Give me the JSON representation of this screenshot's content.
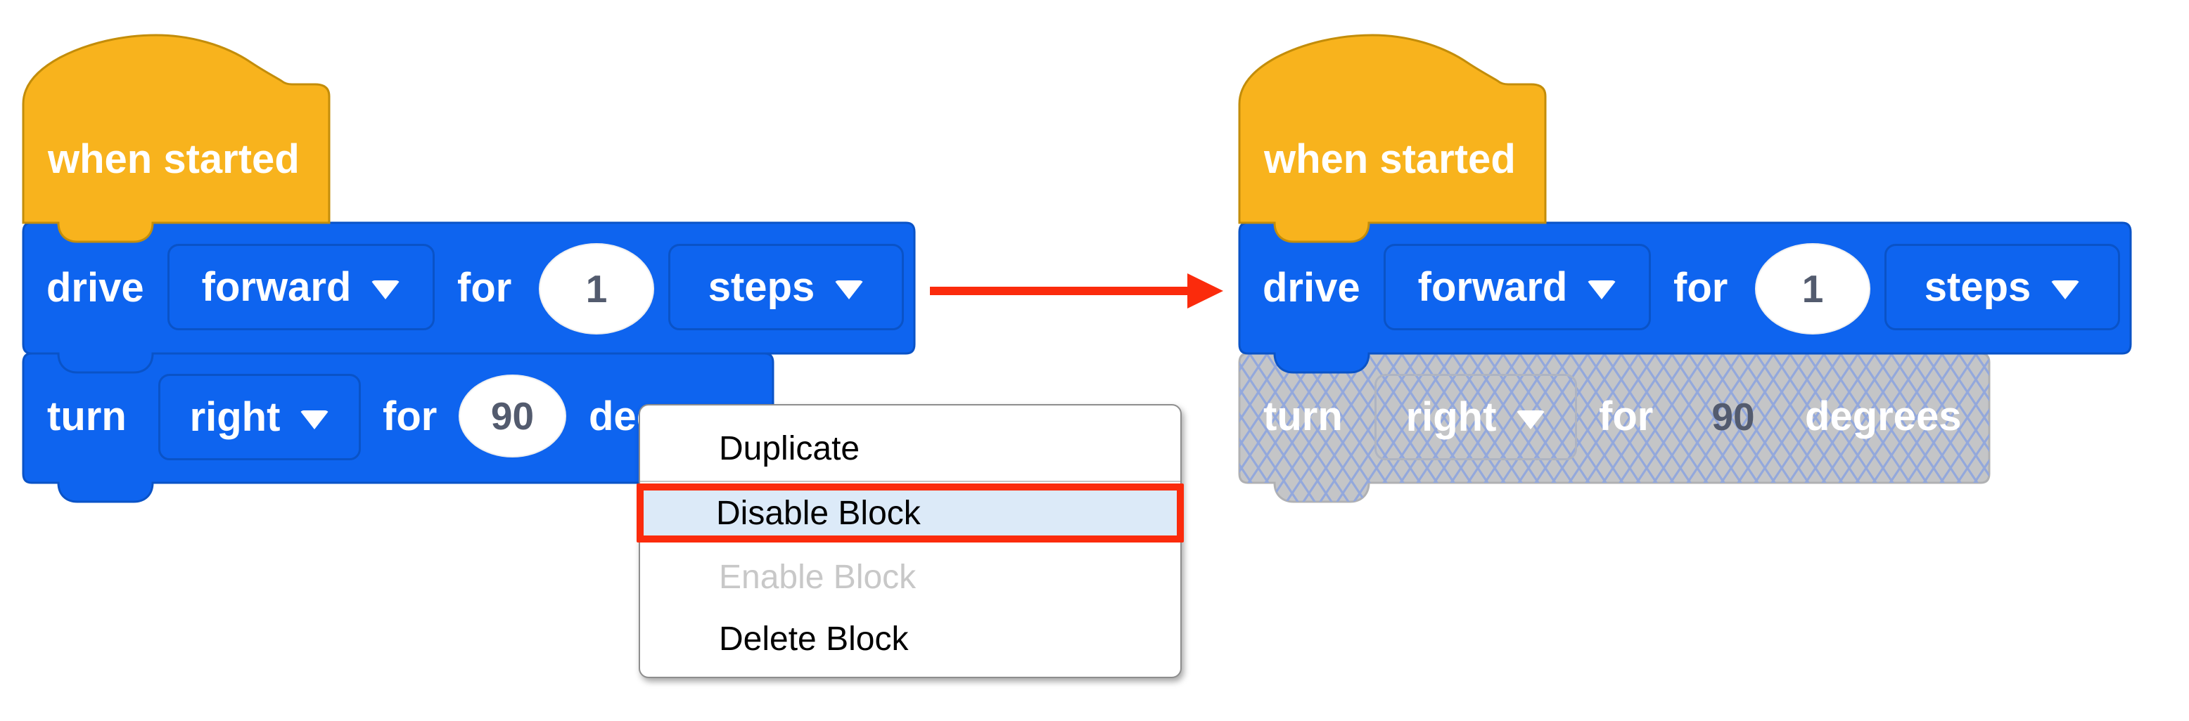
{
  "colors": {
    "block_blue": "#0E64EF",
    "block_blue_border": "#0A53C7",
    "hat_yellow": "#F8B31D",
    "hat_yellow_border": "#C38D0A",
    "disabled_gray": "#C4C5C7",
    "disabled_gray_border": "#B0B1B3",
    "hatch_line": "#93A8DC",
    "disabled_dropdown_border": "#AEB4C2",
    "value_text": "#535B6E",
    "arrow_red": "#FB2B0C",
    "menu_bg": "#FFFFFF",
    "menu_border": "#8E8E8E",
    "menu_text": "#000000",
    "menu_disabled_text": "#C8C8C8",
    "menu_highlight_bg": "#DCEAF8"
  },
  "left_stack": {
    "hat_label": "when started",
    "drive": {
      "verb": "drive",
      "direction": "forward",
      "for_label": "for",
      "distance_value": "1",
      "unit": "steps"
    },
    "turn": {
      "verb": "turn",
      "direction": "right",
      "for_label": "for",
      "angle_value": "90",
      "unit": "degrees",
      "state": "enabled"
    }
  },
  "right_stack": {
    "hat_label": "when started",
    "drive": {
      "verb": "drive",
      "direction": "forward",
      "for_label": "for",
      "distance_value": "1",
      "unit": "steps"
    },
    "turn": {
      "verb": "turn",
      "direction": "right",
      "for_label": "for",
      "angle_value": "90",
      "unit": "degrees",
      "state": "disabled"
    }
  },
  "context_menu": {
    "items": [
      {
        "label": "Duplicate",
        "state": "normal"
      },
      {
        "label": "Disable Block",
        "state": "highlighted"
      },
      {
        "label": "Enable Block",
        "state": "disabled"
      },
      {
        "label": "Delete Block",
        "state": "normal"
      }
    ]
  }
}
